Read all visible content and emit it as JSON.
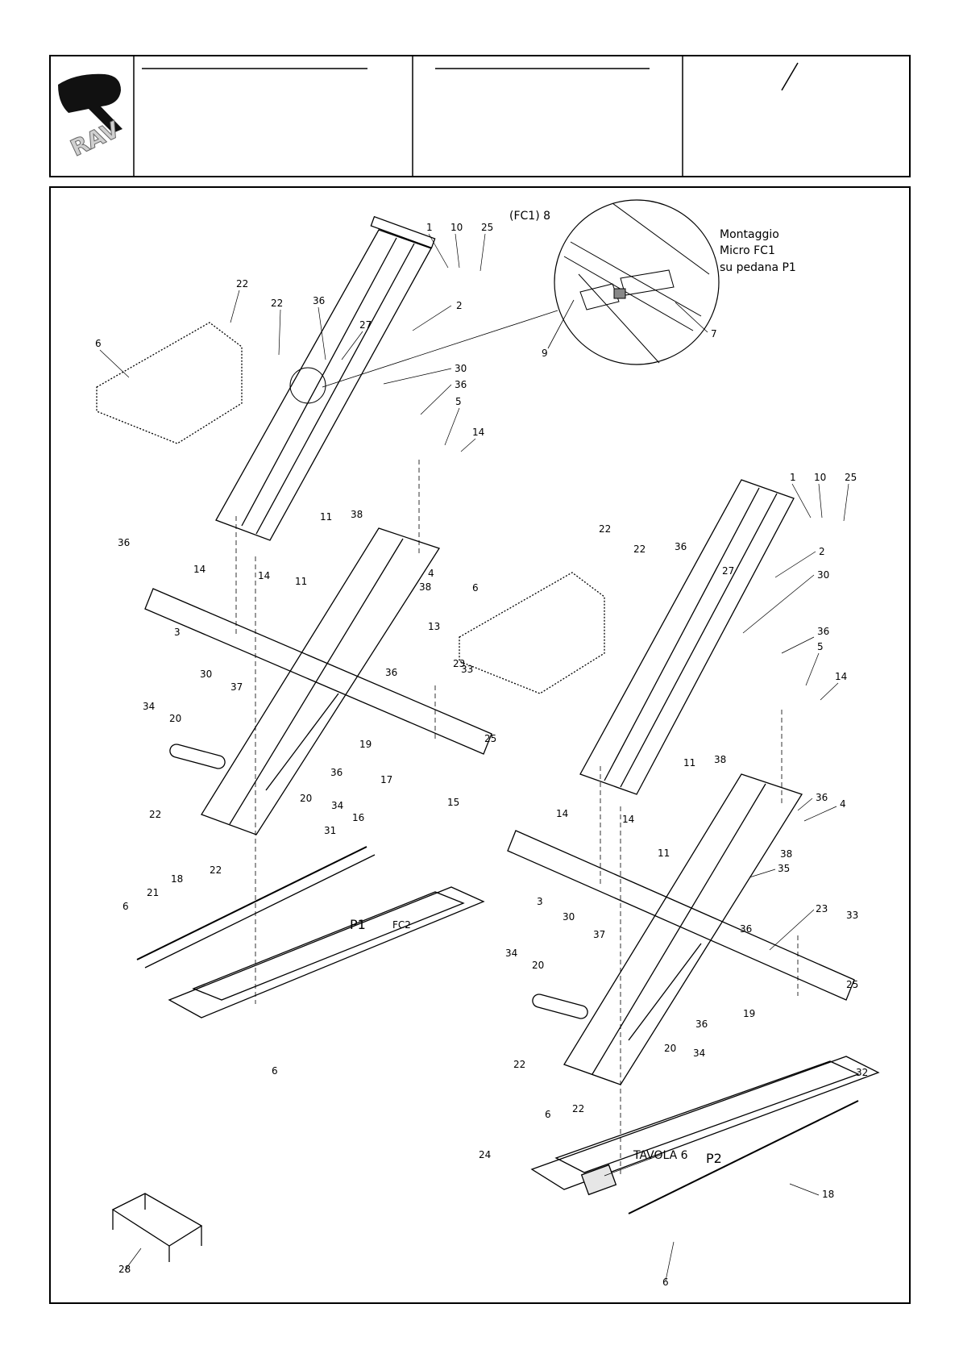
{
  "title_block": {
    "logo_text": "RAV"
  },
  "detail": {
    "callout": "(FC1) 8",
    "note_lines": [
      "Montaggio",
      "Micro FC1",
      "su pedana P1"
    ]
  },
  "panels": {
    "p1": "P1",
    "p2": "P2"
  },
  "table_ref": "TAVOLA 6",
  "switch_ref": "FC2",
  "part_labels": [
    {
      "id": "l1",
      "text": "1"
    },
    {
      "id": "l2",
      "text": "10"
    },
    {
      "id": "l3",
      "text": "25"
    },
    {
      "id": "l4",
      "text": "2"
    },
    {
      "id": "l5",
      "text": "22"
    },
    {
      "id": "l6",
      "text": "22"
    },
    {
      "id": "l7",
      "text": "36"
    },
    {
      "id": "l8",
      "text": "27"
    },
    {
      "id": "l9",
      "text": "6"
    },
    {
      "id": "l10",
      "text": "30"
    },
    {
      "id": "l11",
      "text": "36"
    },
    {
      "id": "l12",
      "text": "5"
    },
    {
      "id": "l13",
      "text": "14"
    },
    {
      "id": "l14",
      "text": "9"
    },
    {
      "id": "l15",
      "text": "7"
    },
    {
      "id": "l16",
      "text": "11"
    },
    {
      "id": "l17",
      "text": "38"
    },
    {
      "id": "l18",
      "text": "36"
    },
    {
      "id": "l19",
      "text": "14"
    },
    {
      "id": "l20",
      "text": "14"
    },
    {
      "id": "l21",
      "text": "11"
    },
    {
      "id": "l22",
      "text": "4"
    },
    {
      "id": "l23",
      "text": "38"
    },
    {
      "id": "l24",
      "text": "13"
    },
    {
      "id": "l25",
      "text": "3"
    },
    {
      "id": "l26",
      "text": "30"
    },
    {
      "id": "l27",
      "text": "37"
    },
    {
      "id": "l28",
      "text": "36"
    },
    {
      "id": "l29",
      "text": "23"
    },
    {
      "id": "l30",
      "text": "33"
    },
    {
      "id": "l31",
      "text": "25"
    },
    {
      "id": "l32",
      "text": "34"
    },
    {
      "id": "l33",
      "text": "20"
    },
    {
      "id": "l34",
      "text": "36"
    },
    {
      "id": "l35",
      "text": "19"
    },
    {
      "id": "l36",
      "text": "17"
    },
    {
      "id": "l37",
      "text": "16"
    },
    {
      "id": "l38",
      "text": "15"
    },
    {
      "id": "l39",
      "text": "20"
    },
    {
      "id": "l40",
      "text": "34"
    },
    {
      "id": "l41",
      "text": "22"
    },
    {
      "id": "l42",
      "text": "31"
    },
    {
      "id": "l43",
      "text": "22"
    },
    {
      "id": "l44",
      "text": "18"
    },
    {
      "id": "l45",
      "text": "6"
    },
    {
      "id": "l46",
      "text": "21"
    },
    {
      "id": "l47",
      "text": "6"
    },
    {
      "id": "l48",
      "text": "28"
    },
    {
      "id": "r1",
      "text": "1"
    },
    {
      "id": "r2",
      "text": "10"
    },
    {
      "id": "r3",
      "text": "25"
    },
    {
      "id": "r4",
      "text": "2"
    },
    {
      "id": "r5",
      "text": "22"
    },
    {
      "id": "r6",
      "text": "22"
    },
    {
      "id": "r7",
      "text": "36"
    },
    {
      "id": "r8",
      "text": "27"
    },
    {
      "id": "r9",
      "text": "30"
    },
    {
      "id": "r10",
      "text": "6"
    },
    {
      "id": "r11",
      "text": "36"
    },
    {
      "id": "r12",
      "text": "5"
    },
    {
      "id": "r13",
      "text": "14"
    },
    {
      "id": "r14",
      "text": "11"
    },
    {
      "id": "r15",
      "text": "38"
    },
    {
      "id": "r16",
      "text": "36"
    },
    {
      "id": "r17",
      "text": "4"
    },
    {
      "id": "r18",
      "text": "14"
    },
    {
      "id": "r19",
      "text": "14"
    },
    {
      "id": "r20",
      "text": "11"
    },
    {
      "id": "r21",
      "text": "38"
    },
    {
      "id": "r22",
      "text": "35"
    },
    {
      "id": "r23",
      "text": "3"
    },
    {
      "id": "r24",
      "text": "30"
    },
    {
      "id": "r25",
      "text": "37"
    },
    {
      "id": "r26",
      "text": "36"
    },
    {
      "id": "r27",
      "text": "23"
    },
    {
      "id": "r28",
      "text": "33"
    },
    {
      "id": "r29",
      "text": "25"
    },
    {
      "id": "r30",
      "text": "34"
    },
    {
      "id": "r31",
      "text": "20"
    },
    {
      "id": "r32",
      "text": "36"
    },
    {
      "id": "r33",
      "text": "19"
    },
    {
      "id": "r34",
      "text": "22"
    },
    {
      "id": "r35",
      "text": "20"
    },
    {
      "id": "r36",
      "text": "34"
    },
    {
      "id": "r37",
      "text": "32"
    },
    {
      "id": "r38",
      "text": "22"
    },
    {
      "id": "r39",
      "text": "6"
    },
    {
      "id": "r40",
      "text": "24"
    },
    {
      "id": "r41",
      "text": "18"
    },
    {
      "id": "r42",
      "text": "6"
    }
  ]
}
